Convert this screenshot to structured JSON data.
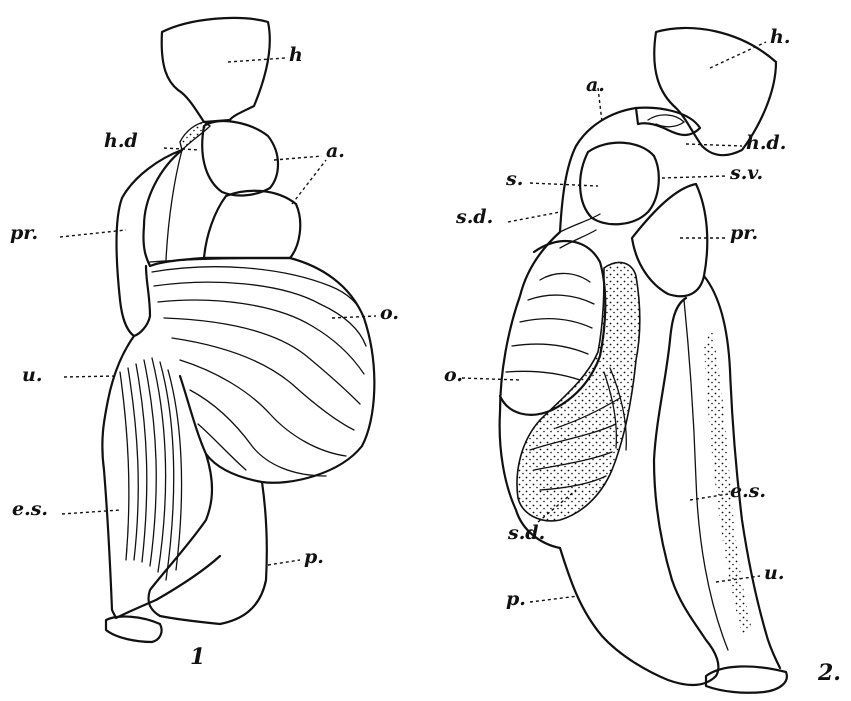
{
  "figure1": {
    "number": "1",
    "labels": {
      "h": "h",
      "hd": "h.d",
      "a": "a.",
      "pr": "pr.",
      "o": "o.",
      "u": "u.",
      "es": "e.s.",
      "p": "p."
    }
  },
  "figure2": {
    "number": "2.",
    "labels": {
      "h": "h.",
      "a": "a.",
      "hd": "h.d.",
      "s": "s.",
      "sv": "s.v.",
      "sd_upper": "s.d.",
      "pr": "pr.",
      "o": "o.",
      "es": "e.s.",
      "sd_lower": "s.d.",
      "u": "u.",
      "p": "p."
    }
  }
}
